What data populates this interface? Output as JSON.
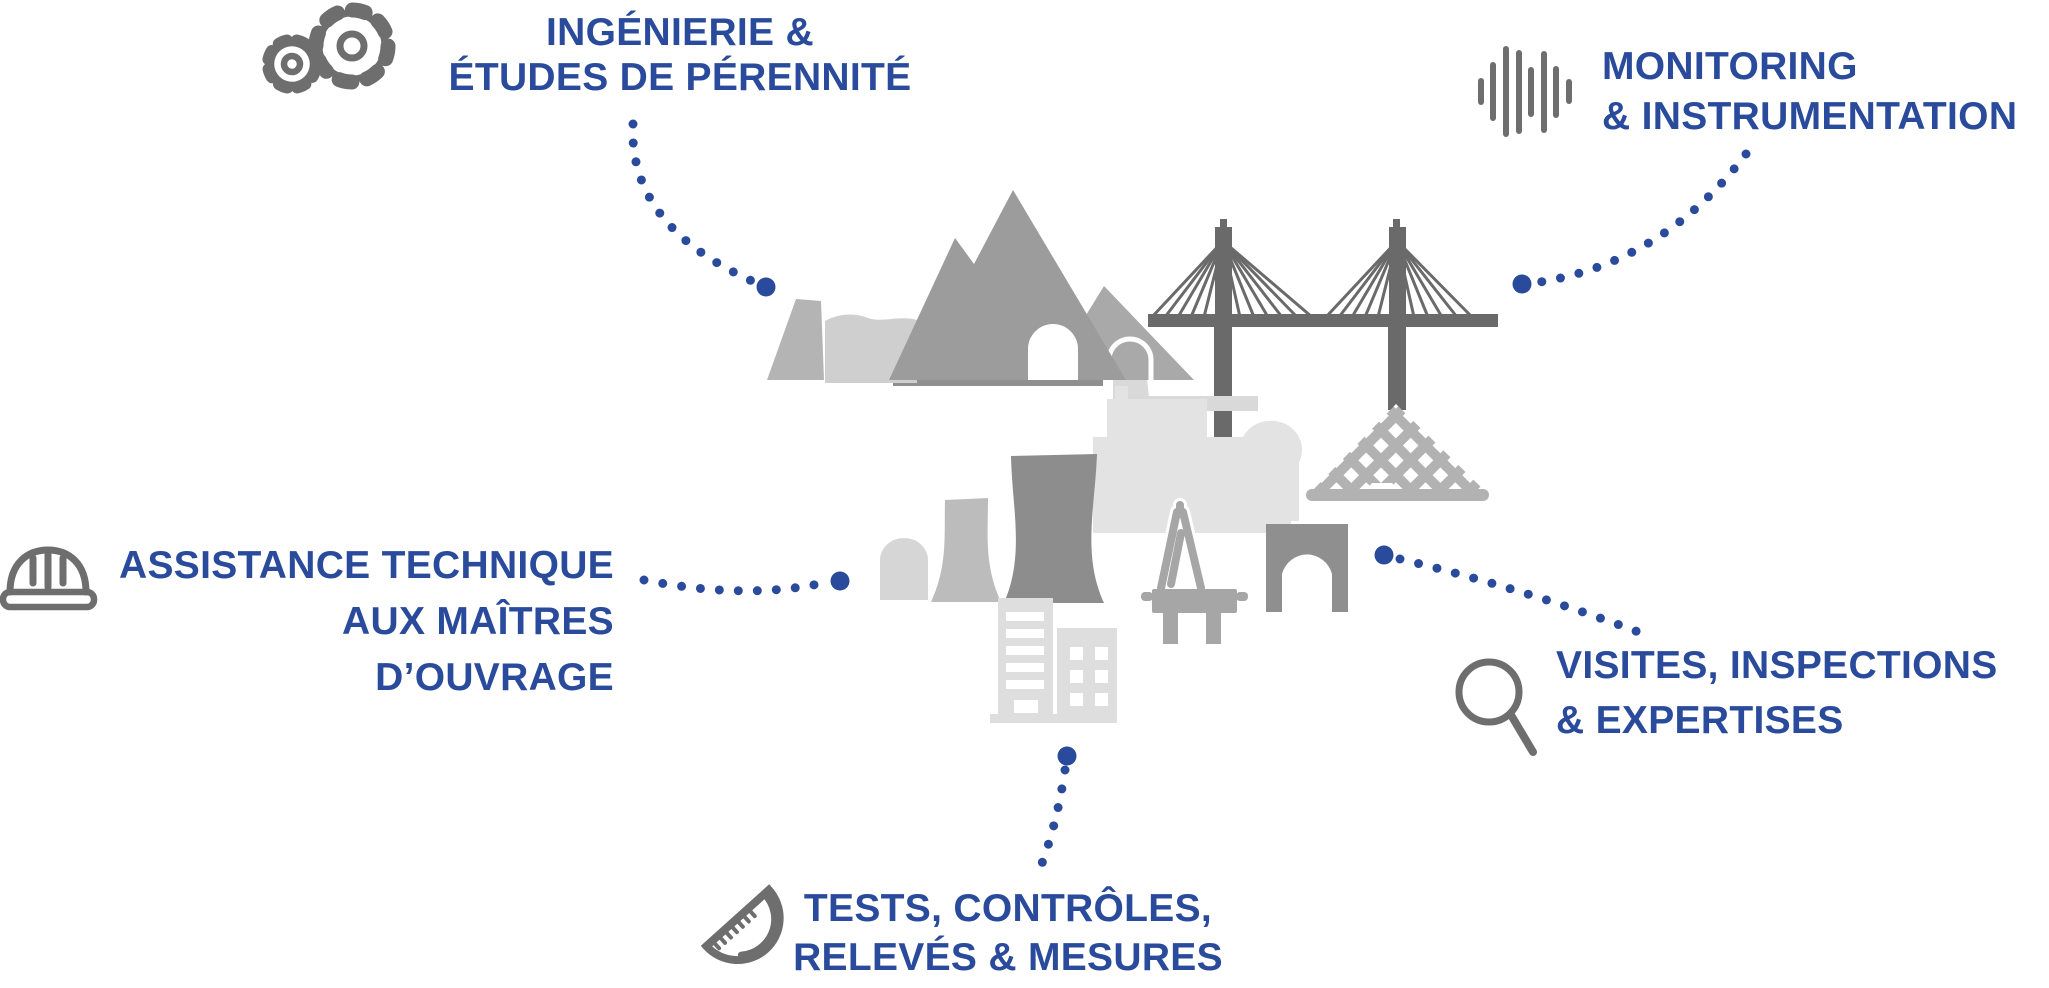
{
  "title": "Services infographic around infrastructure illustration",
  "colors": {
    "accent_blue": "#2a4b9c",
    "icon_gray": "#6e6e6e",
    "bridge_dark_gray": "#6a6a6a",
    "mountain_gray": "#9c9c9c",
    "light_gray": "#cfcfcf",
    "pale_gray": "#e3e3e3",
    "background": "#ffffff"
  },
  "services": {
    "ingenierie": {
      "icon": "gears-icon",
      "line1": "INGÉNIERIE &",
      "line2": "ÉTUDES DE PÉRENNITÉ"
    },
    "monitoring": {
      "icon": "waveform-icon",
      "line1": "MONITORING",
      "line2": "& INSTRUMENTATION"
    },
    "assistance": {
      "icon": "hard-hat-icon",
      "line1": "ASSISTANCE TECHNIQUE",
      "line2": "AUX MAÎTRES D’OUVRAGE"
    },
    "visites": {
      "icon": "magnifying-glass-icon",
      "line1": "VISITES, INSPECTIONS",
      "line2": "& EXPERTISES"
    },
    "tests": {
      "icon": "protractor-icon",
      "line1": "TESTS, CONTRÔLES,",
      "line2": "RELEVÉS & MESURES"
    }
  },
  "illustration": {
    "description": "Grayscale silhouette of civil-engineering structures",
    "elements": [
      "dam-and-reservoir",
      "mountains-with-tunnel",
      "small-mountain-tunnel-road",
      "cable-stayed-bridge",
      "factory",
      "nuclear-containment-dome",
      "cooling-tower-light",
      "cooling-tower-dark",
      "office-buildings",
      "offshore-oil-rig",
      "louvre-pyramid",
      "stone-arch"
    ]
  }
}
